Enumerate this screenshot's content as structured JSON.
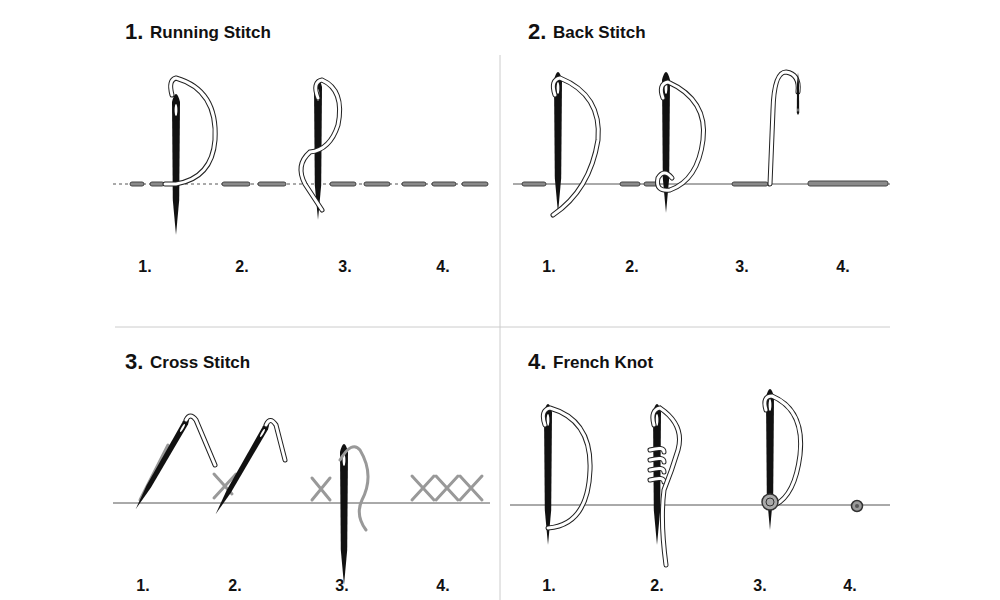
{
  "diagram": {
    "labels": [
      "1.",
      "Running Stitch",
      "1.",
      "2.",
      "3.",
      "4.",
      "2.",
      "Back Stitch",
      "1.",
      "2.",
      "3.",
      "4.",
      "3.",
      "Cross Stitch",
      "1.",
      "2.",
      "3.",
      "4.",
      "4.",
      "French Knot",
      "1.",
      "2.",
      "3.",
      "4."
    ]
  }
}
